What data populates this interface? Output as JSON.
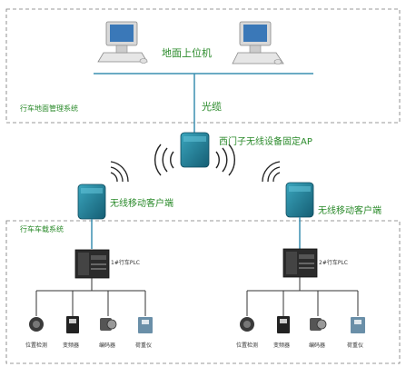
{
  "ground": {
    "computers_label": "地面上位机",
    "system_label": "行车地面管理系统"
  },
  "link": {
    "fiber_label": "光缆"
  },
  "ap": {
    "label": "西门子无线设备固定AP"
  },
  "clients": {
    "left_label": "无线移动客户端",
    "right_label": "无线移动客户端"
  },
  "vehicle": {
    "system_label": "行车车载系统",
    "left_plc_label": "1#行车PLC",
    "right_plc_label": "2#行车PLC"
  },
  "devices_left": [
    {
      "label": "位置检测"
    },
    {
      "label": "变频器"
    },
    {
      "label": "编码器"
    },
    {
      "label": "荷重仪"
    }
  ],
  "devices_right": [
    {
      "label": "位置检测"
    },
    {
      "label": "变频器"
    },
    {
      "label": "编码器"
    },
    {
      "label": "荷重仪"
    }
  ],
  "colors": {
    "label_green": "#2a8a2a",
    "network_line": "#3a8fb0",
    "wire": "#333333",
    "device_teal": "#1f7f97"
  }
}
